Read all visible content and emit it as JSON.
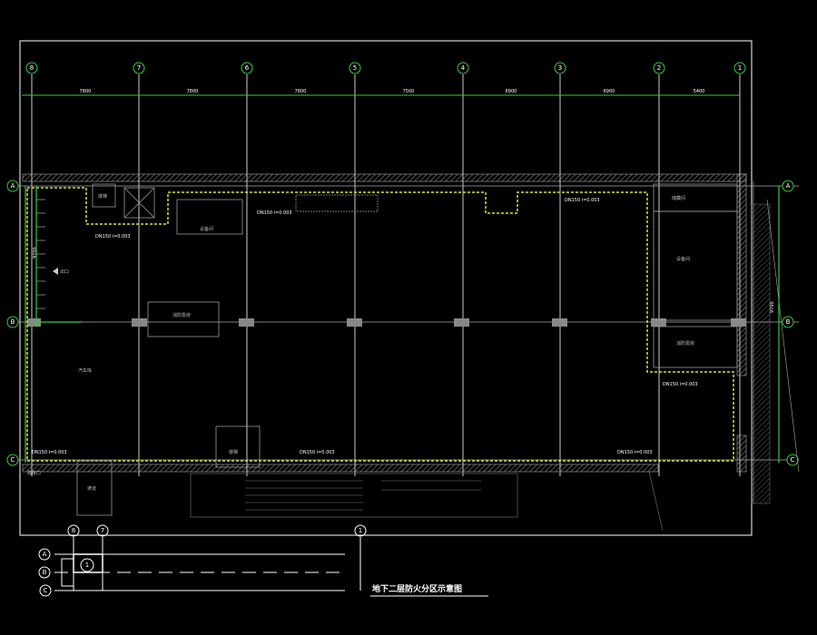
{
  "drawing": {
    "title": "地下二层防火分区示意图",
    "grid_columns": [
      "8",
      "7",
      "6",
      "5",
      "4",
      "3",
      "2",
      "1"
    ],
    "grid_rows": [
      "A",
      "B",
      "C"
    ],
    "dimensions": [
      "7800",
      "7800",
      "7800",
      "7500",
      "6900",
      "6900",
      "5400"
    ],
    "side_dimensions": [
      "9700",
      "9700"
    ],
    "rooms": {
      "stair": "楼梯",
      "equip_room": "设备间",
      "pump_room": "消防泵房",
      "storage": "储藏间",
      "parking": "汽车库",
      "exit": "疏散口",
      "ramp": "坡道"
    },
    "annotations": {
      "pipe_1": "DN150 i=0.003",
      "pipe_2": "DN150 i=0.003",
      "pipe_3": "DN150 i=0.003",
      "pipe_4": "DN150 i=0.003",
      "exit_arrow": "出口"
    },
    "key_plan_rows": [
      "A",
      "B",
      "C"
    ],
    "key_plan_columns": [
      "8",
      "7",
      "1"
    ],
    "key_plan_marker": "1"
  },
  "colors": {
    "background": "#000000",
    "line": "#ffffff",
    "grid_green": "#33cc33",
    "zone_yellow": "#d8e040",
    "wall_gray": "#888888"
  }
}
